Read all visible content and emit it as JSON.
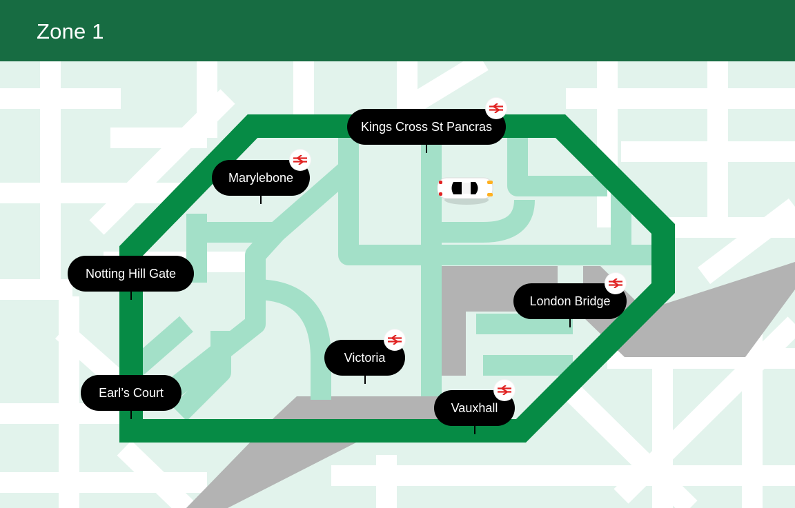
{
  "header": {
    "title": "Zone 1"
  },
  "map": {
    "colors": {
      "background": "#e2f3ec",
      "streets": "#ffffff",
      "zone_roads": "#a3e0c8",
      "river": "#b3b3b3",
      "zone_boundary": "#068b45",
      "header": "#176c42",
      "labels": "#000000",
      "rail_icon": "#e12323"
    },
    "stations": [
      {
        "name": "Kings Cross St Pancras",
        "rail": true
      },
      {
        "name": "Marylebone",
        "rail": true
      },
      {
        "name": "Notting Hill Gate",
        "rail": false
      },
      {
        "name": "London Bridge",
        "rail": true
      },
      {
        "name": "Victoria",
        "rail": true
      },
      {
        "name": "Earl’s Court",
        "rail": false
      },
      {
        "name": "Vauxhall",
        "rail": true
      }
    ],
    "icons": {
      "rail": "national-rail-icon",
      "vehicle": "car-icon"
    }
  }
}
